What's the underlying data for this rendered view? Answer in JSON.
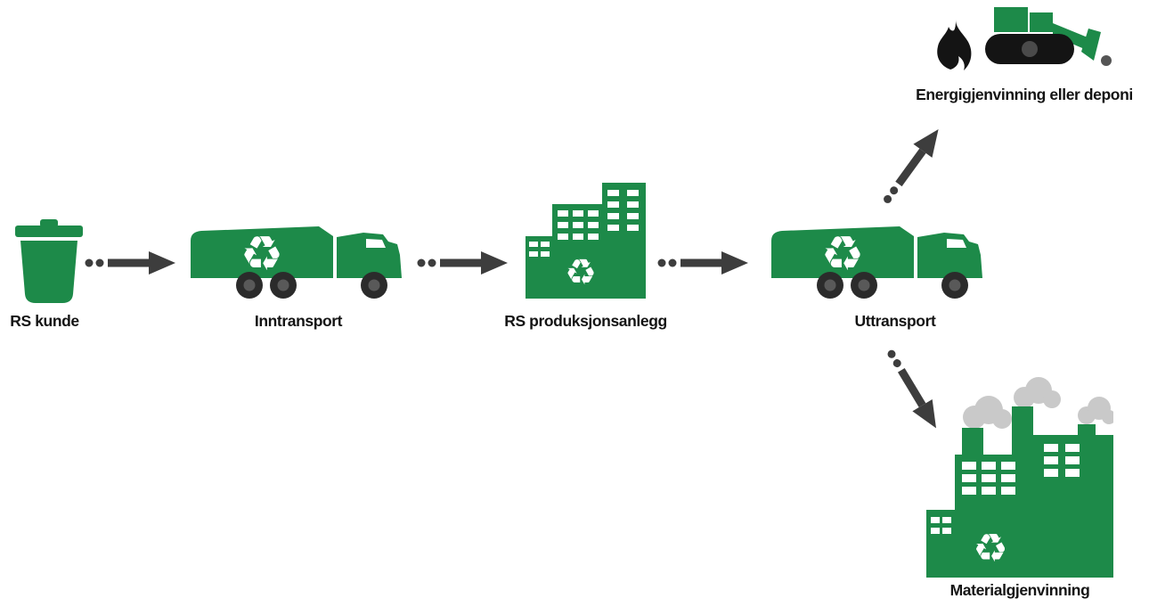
{
  "diagram": {
    "type": "process-flow",
    "language": "nb",
    "colors": {
      "green": "#1d8a49",
      "arrow_dark": "#3d3d3d",
      "text_black": "#141414",
      "smoke_gray": "#c9c9c9",
      "wheel_dark": "#2b2b2b"
    },
    "nodes": {
      "customer": {
        "label": "RS kunde",
        "icon": "trash-bin"
      },
      "in_transport": {
        "label": "Inntransport",
        "icon": "garbage-truck"
      },
      "plant": {
        "label": "RS produksjonsanlegg",
        "icon": "factory-buildings"
      },
      "out_transport": {
        "label": "Uttransport",
        "icon": "garbage-truck"
      },
      "energy": {
        "label": "Energigjenvinning eller deponi",
        "icon": "flame-and-landfill-compactor"
      },
      "material": {
        "label": "Materialgjenvinning",
        "icon": "recycling-factory-with-smokestacks"
      }
    },
    "edges": [
      {
        "from": "RS kunde",
        "to": "Inntransport",
        "style": "dotted-then-solid-arrow"
      },
      {
        "from": "Inntransport",
        "to": "RS produksjonsanlegg",
        "style": "dotted-then-solid-arrow"
      },
      {
        "from": "RS produksjonsanlegg",
        "to": "Uttransport",
        "style": "dotted-then-solid-arrow"
      },
      {
        "from": "Uttransport",
        "to": "Energigjenvinning eller deponi",
        "style": "dotted-then-solid-arrow-diagonal-up"
      },
      {
        "from": "Uttransport",
        "to": "Materialgjenvinning",
        "style": "dotted-then-solid-arrow-diagonal-down"
      }
    ],
    "icons": {
      "recycle_glyph": "♻"
    }
  }
}
